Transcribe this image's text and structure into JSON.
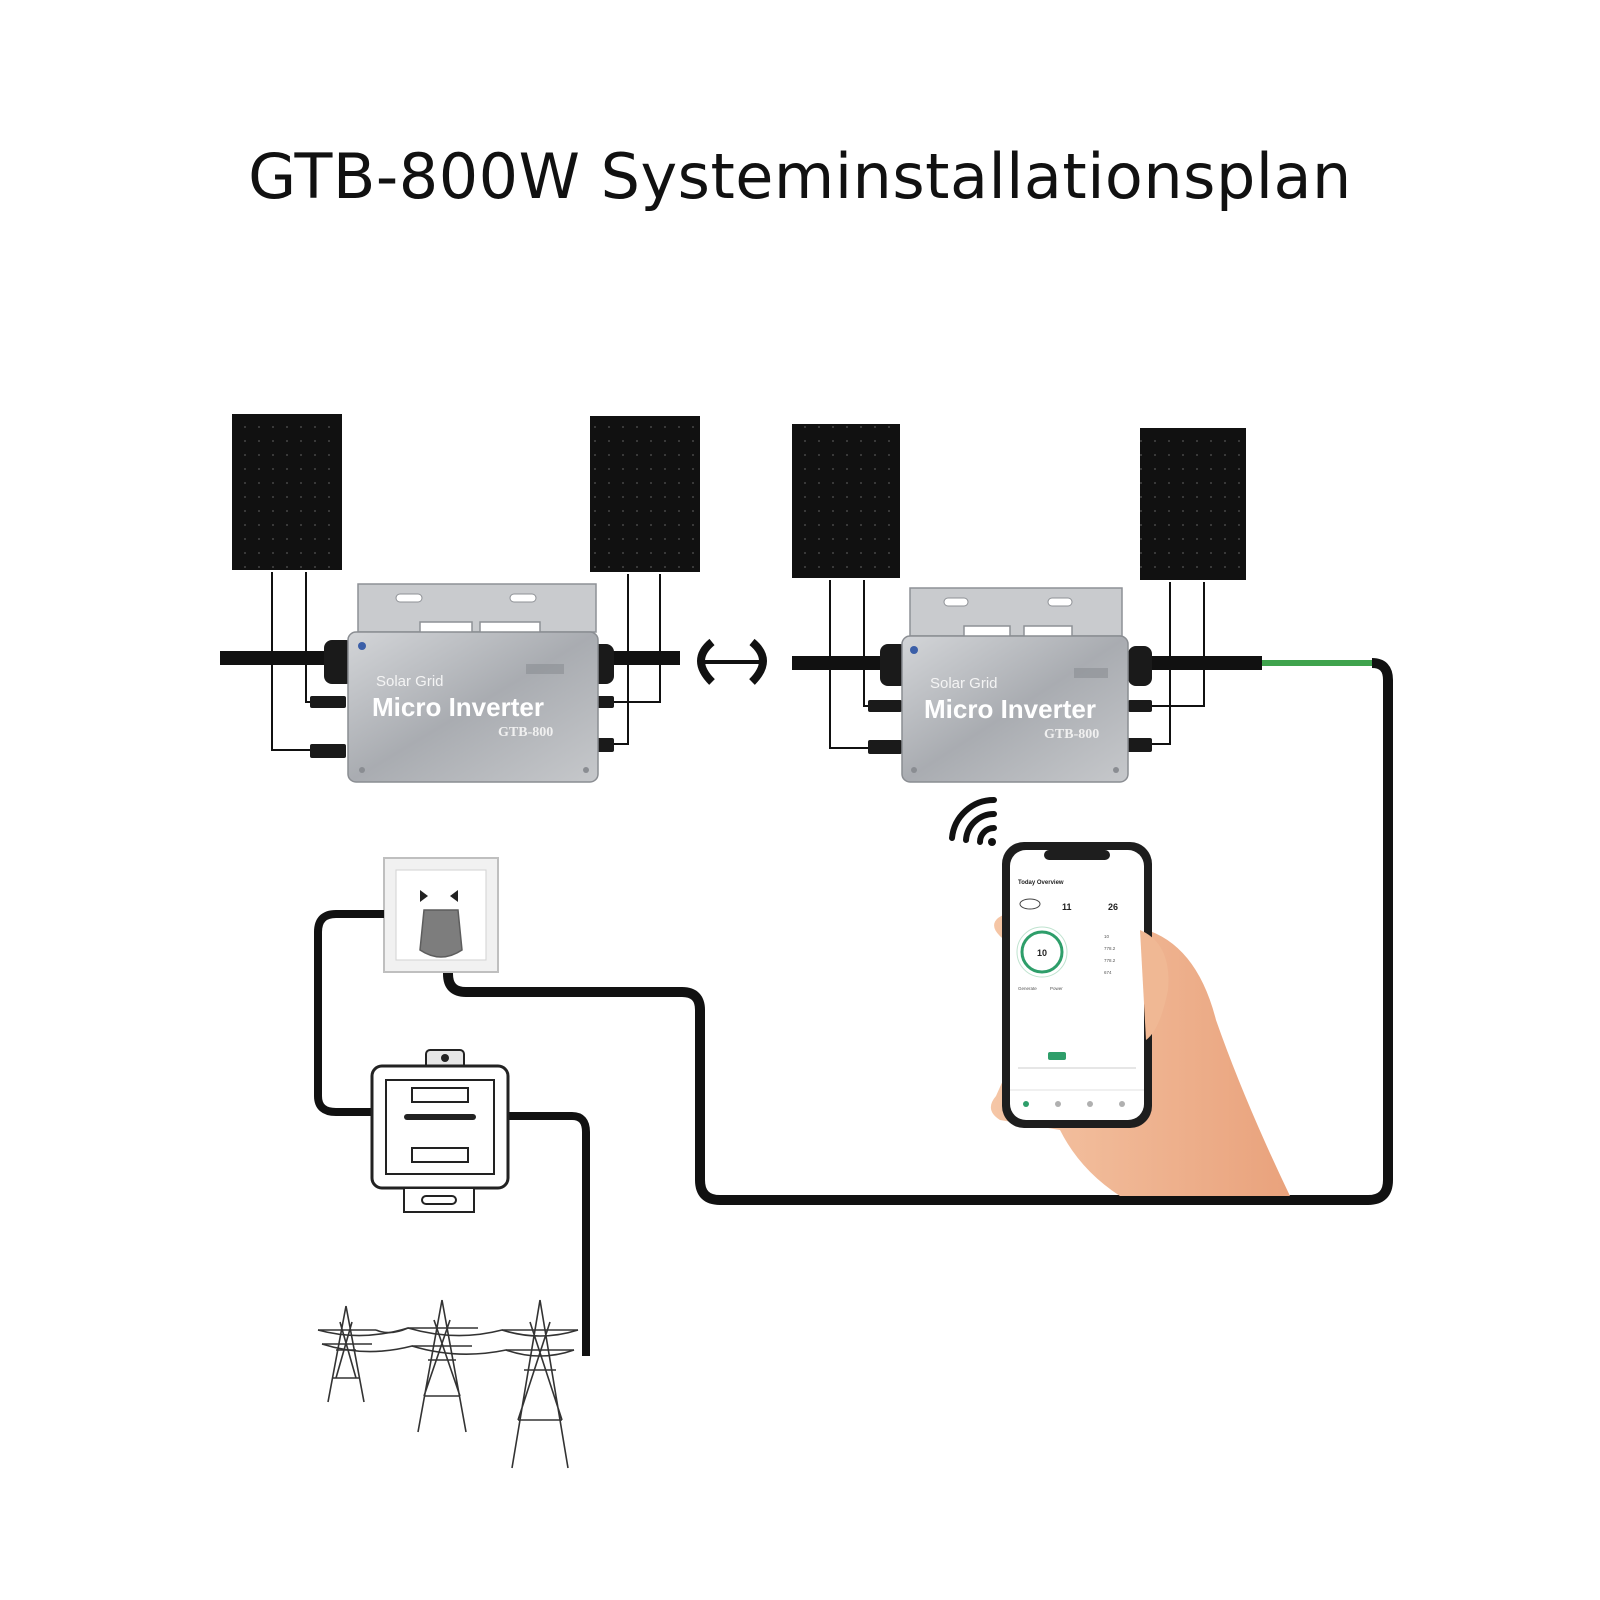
{
  "title": "GTB-800W Systeminstallationsplan",
  "inverters": [
    {
      "brand": "Solar Grid",
      "name": "Micro Inverter",
      "model": "GTB-800"
    },
    {
      "brand": "Solar Grid",
      "name": "Micro Inverter",
      "model": "GTB-800"
    }
  ],
  "phone_app": {
    "header": "Today Overview",
    "stat_1": "11",
    "stat_2": "26",
    "ring_value": "10",
    "values": [
      "10",
      "778.2",
      "778.2",
      "674"
    ],
    "tab_1": "Generate",
    "tab_2": "Power"
  },
  "colors": {
    "panel": "#111111",
    "inverter_body": "#b5b8bc",
    "ac_cable": "#111111",
    "ground_wire": "#3fa34d",
    "app_accent": "#2e9e6a"
  },
  "icons": [
    "wifi-icon",
    "power-tower-icon",
    "energy-meter-icon",
    "wall-socket-icon"
  ]
}
